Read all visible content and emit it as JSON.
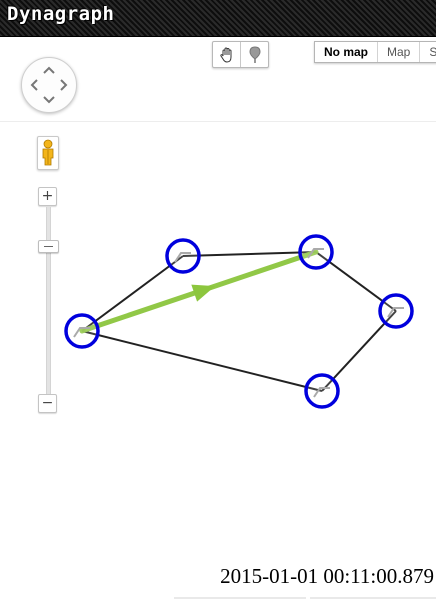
{
  "app": {
    "title": "Dynagraph"
  },
  "map_controls": {
    "pan": {
      "up_icon": "chevron-up-icon",
      "down_icon": "chevron-down-icon",
      "left_icon": "chevron-left-icon",
      "right_icon": "chevron-right-icon"
    },
    "tools": [
      {
        "icon": "hand-icon"
      },
      {
        "icon": "marker-icon"
      }
    ],
    "map_types": [
      {
        "label": "No map",
        "active": true
      },
      {
        "label": "Map",
        "active": false
      },
      {
        "label": "Sa",
        "active": false
      }
    ],
    "pegman_icon": "pegman-icon",
    "zoom": {
      "in_label": "+",
      "out_label": "−",
      "level_fraction": 0.18
    }
  },
  "graph": {
    "node_color": "#0000dd",
    "edge_color": "#222222",
    "highlight_color": "#8cc63e",
    "nodes": [
      {
        "id": "n1"
      },
      {
        "id": "n2"
      },
      {
        "id": "n3"
      },
      {
        "id": "n4"
      },
      {
        "id": "n5"
      }
    ],
    "edges": [
      {
        "from": "n1",
        "to": "n2"
      },
      {
        "from": "n2",
        "to": "n3"
      },
      {
        "from": "n3",
        "to": "n4"
      },
      {
        "from": "n4",
        "to": "n5"
      },
      {
        "from": "n5",
        "to": "n1"
      }
    ],
    "highlighted_edge": {
      "from": "n1",
      "to": "n3"
    }
  },
  "timestamp": "2015-01-01 00:11:00.879"
}
